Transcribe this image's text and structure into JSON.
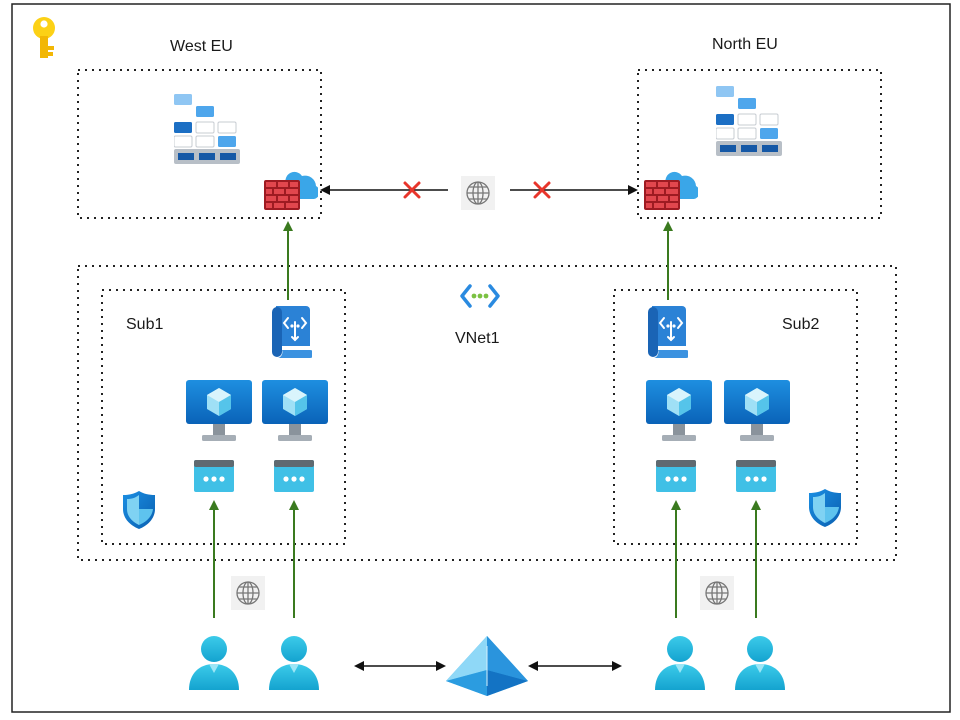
{
  "regions": {
    "west": {
      "label": "West EU"
    },
    "north": {
      "label": "North EU"
    }
  },
  "vnet": {
    "label": "VNet1"
  },
  "subnets": {
    "sub1": {
      "label": "Sub1"
    },
    "sub2": {
      "label": "Sub2"
    }
  },
  "icons": {
    "key": "key-icon",
    "sql_pool": "sql-pool-icon",
    "firewall": "cloud-firewall-icon",
    "vnet": "virtual-network-icon",
    "route_table": "route-table-icon",
    "vm": "virtual-machine-icon",
    "nic": "network-interface-icon",
    "nsg": "shield-icon",
    "internet": "globe-icon",
    "user": "user-icon",
    "directory": "active-directory-icon",
    "blocked": "blocked-x-icon"
  },
  "colors": {
    "azure_blue": "#0078d4",
    "cyan": "#32bedd",
    "arrow_green": "#3a7a1f",
    "blocked_red": "#e8352b",
    "key_yellow": "#fcd116",
    "firewall_red": "#c4262e"
  }
}
